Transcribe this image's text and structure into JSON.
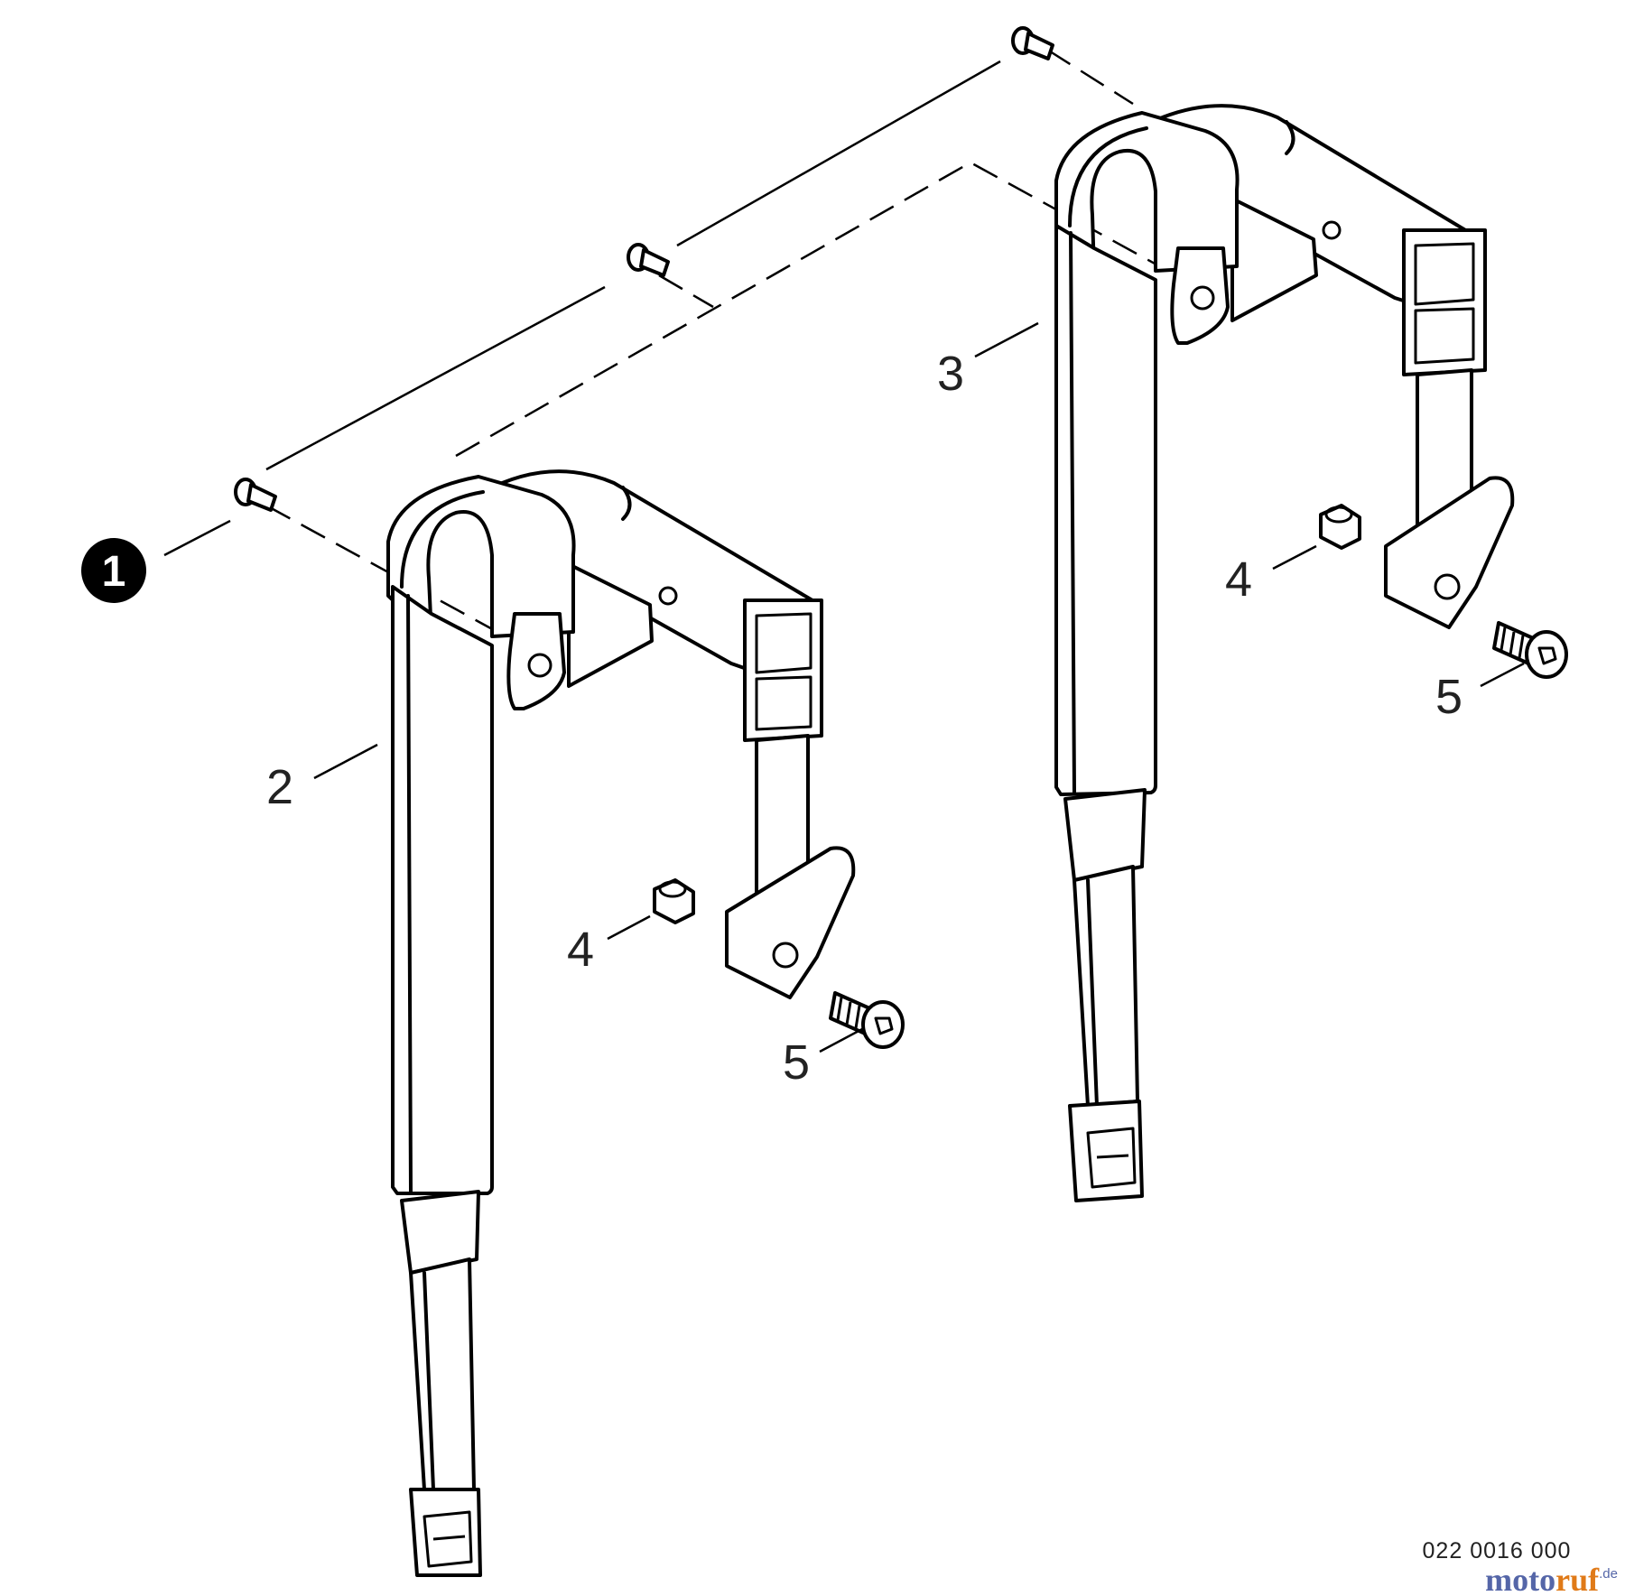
{
  "diagram": {
    "callouts": [
      {
        "id": "1",
        "label": "1",
        "style": "badge"
      },
      {
        "id": "2",
        "label": "2"
      },
      {
        "id": "3",
        "label": "3"
      },
      {
        "id": "4a",
        "label": "4"
      },
      {
        "id": "4b",
        "label": "4"
      },
      {
        "id": "5a",
        "label": "5"
      },
      {
        "id": "5b",
        "label": "5"
      }
    ],
    "document_number": "022 0016 000",
    "watermark": {
      "part1": "moto",
      "part2": "ruf",
      "suffix": ".de"
    },
    "colors": {
      "line": "#000000",
      "background": "#ffffff",
      "watermark_blue": "#5566a8",
      "watermark_orange": "#e07a18"
    }
  }
}
